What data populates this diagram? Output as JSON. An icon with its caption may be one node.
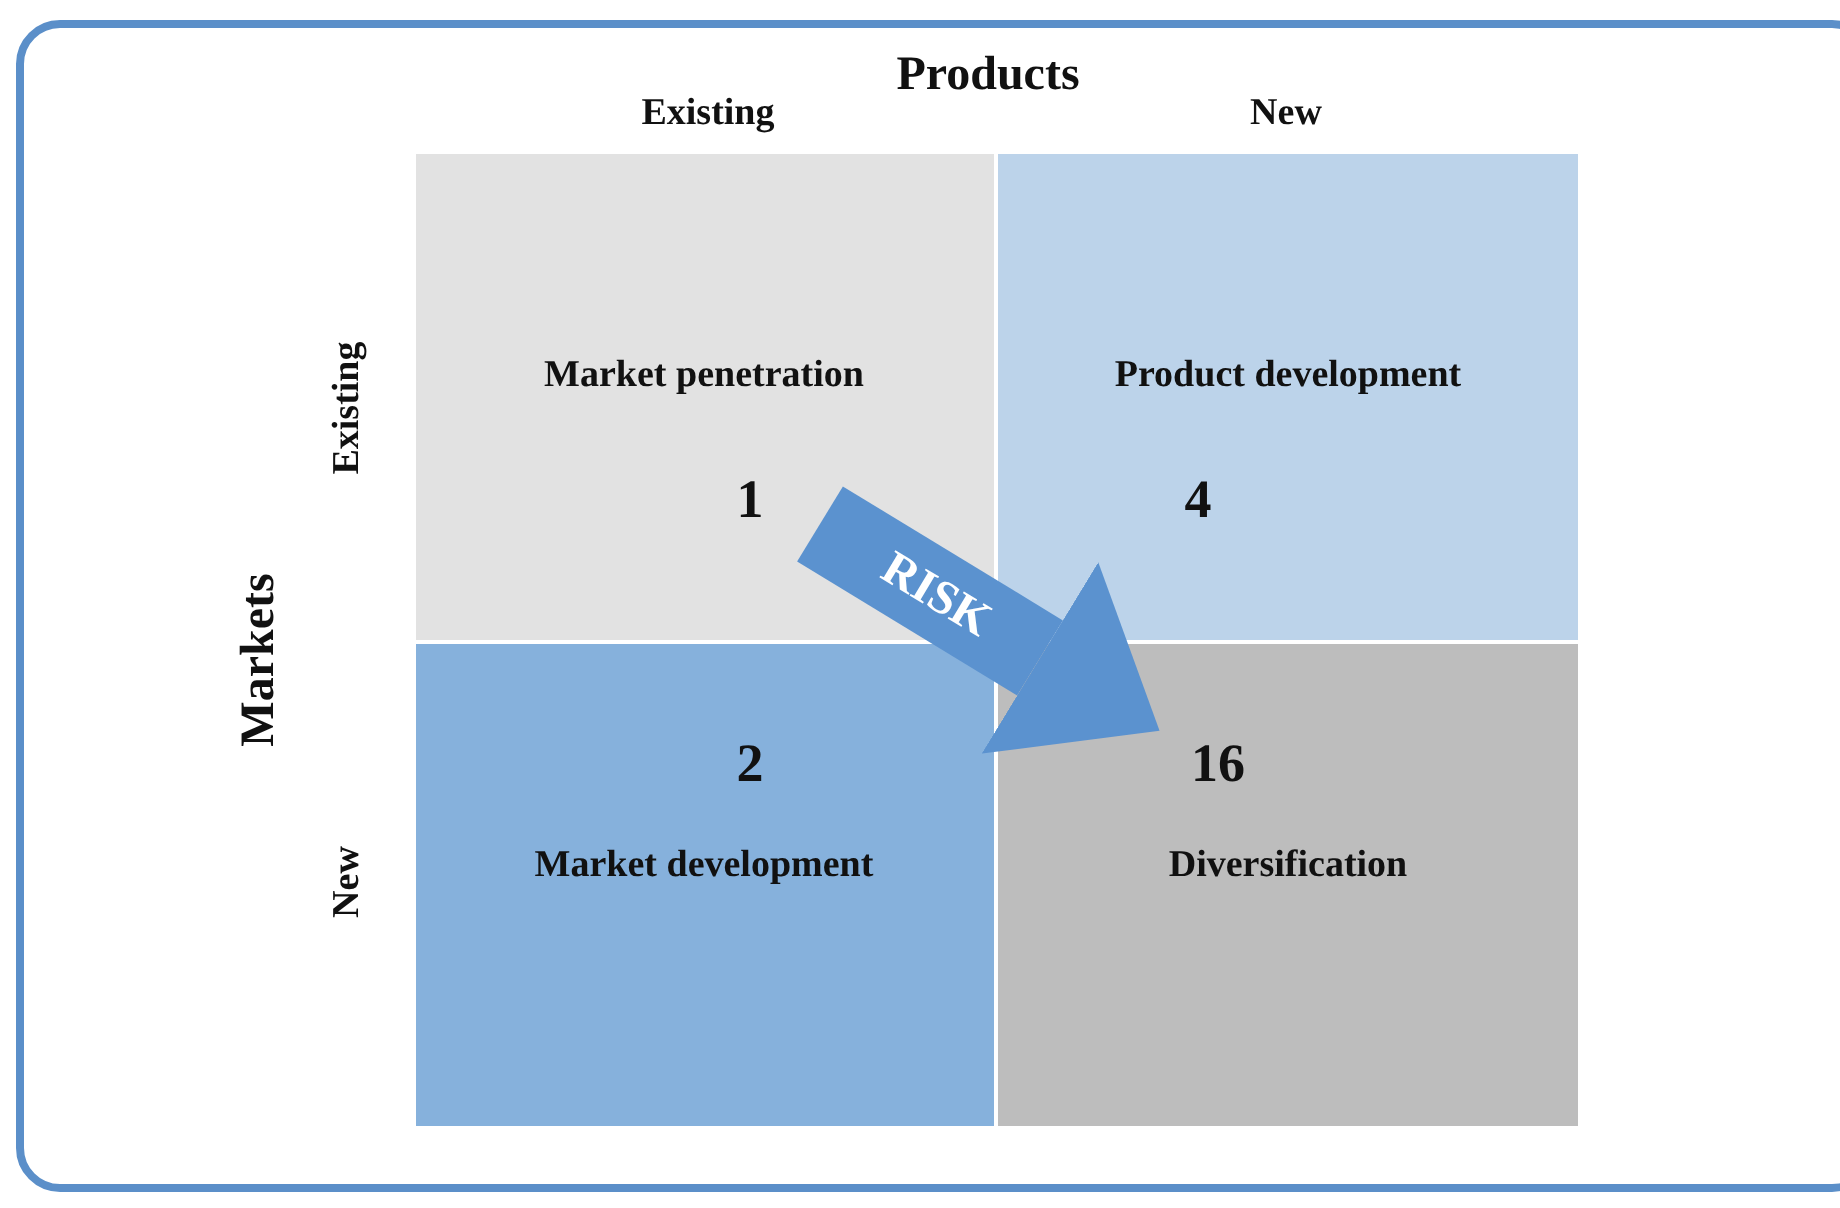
{
  "diagram": {
    "nodes": [
      {
        "text": [
          "Market penetration",
          "1"
        ]
      },
      {
        "text": [
          "Product development",
          "4"
        ]
      },
      {
        "text": [
          "2",
          "Market development"
        ]
      },
      {
        "text": [
          "16",
          "Diversification"
        ]
      }
    ],
    "edges": [
      {
        "from": 0,
        "to": 3,
        "arrow": "to",
        "label": "RISK"
      }
    ],
    "labels": [
      "Products",
      "Existing",
      "New",
      "Markets",
      "Existing",
      "New"
    ]
  }
}
